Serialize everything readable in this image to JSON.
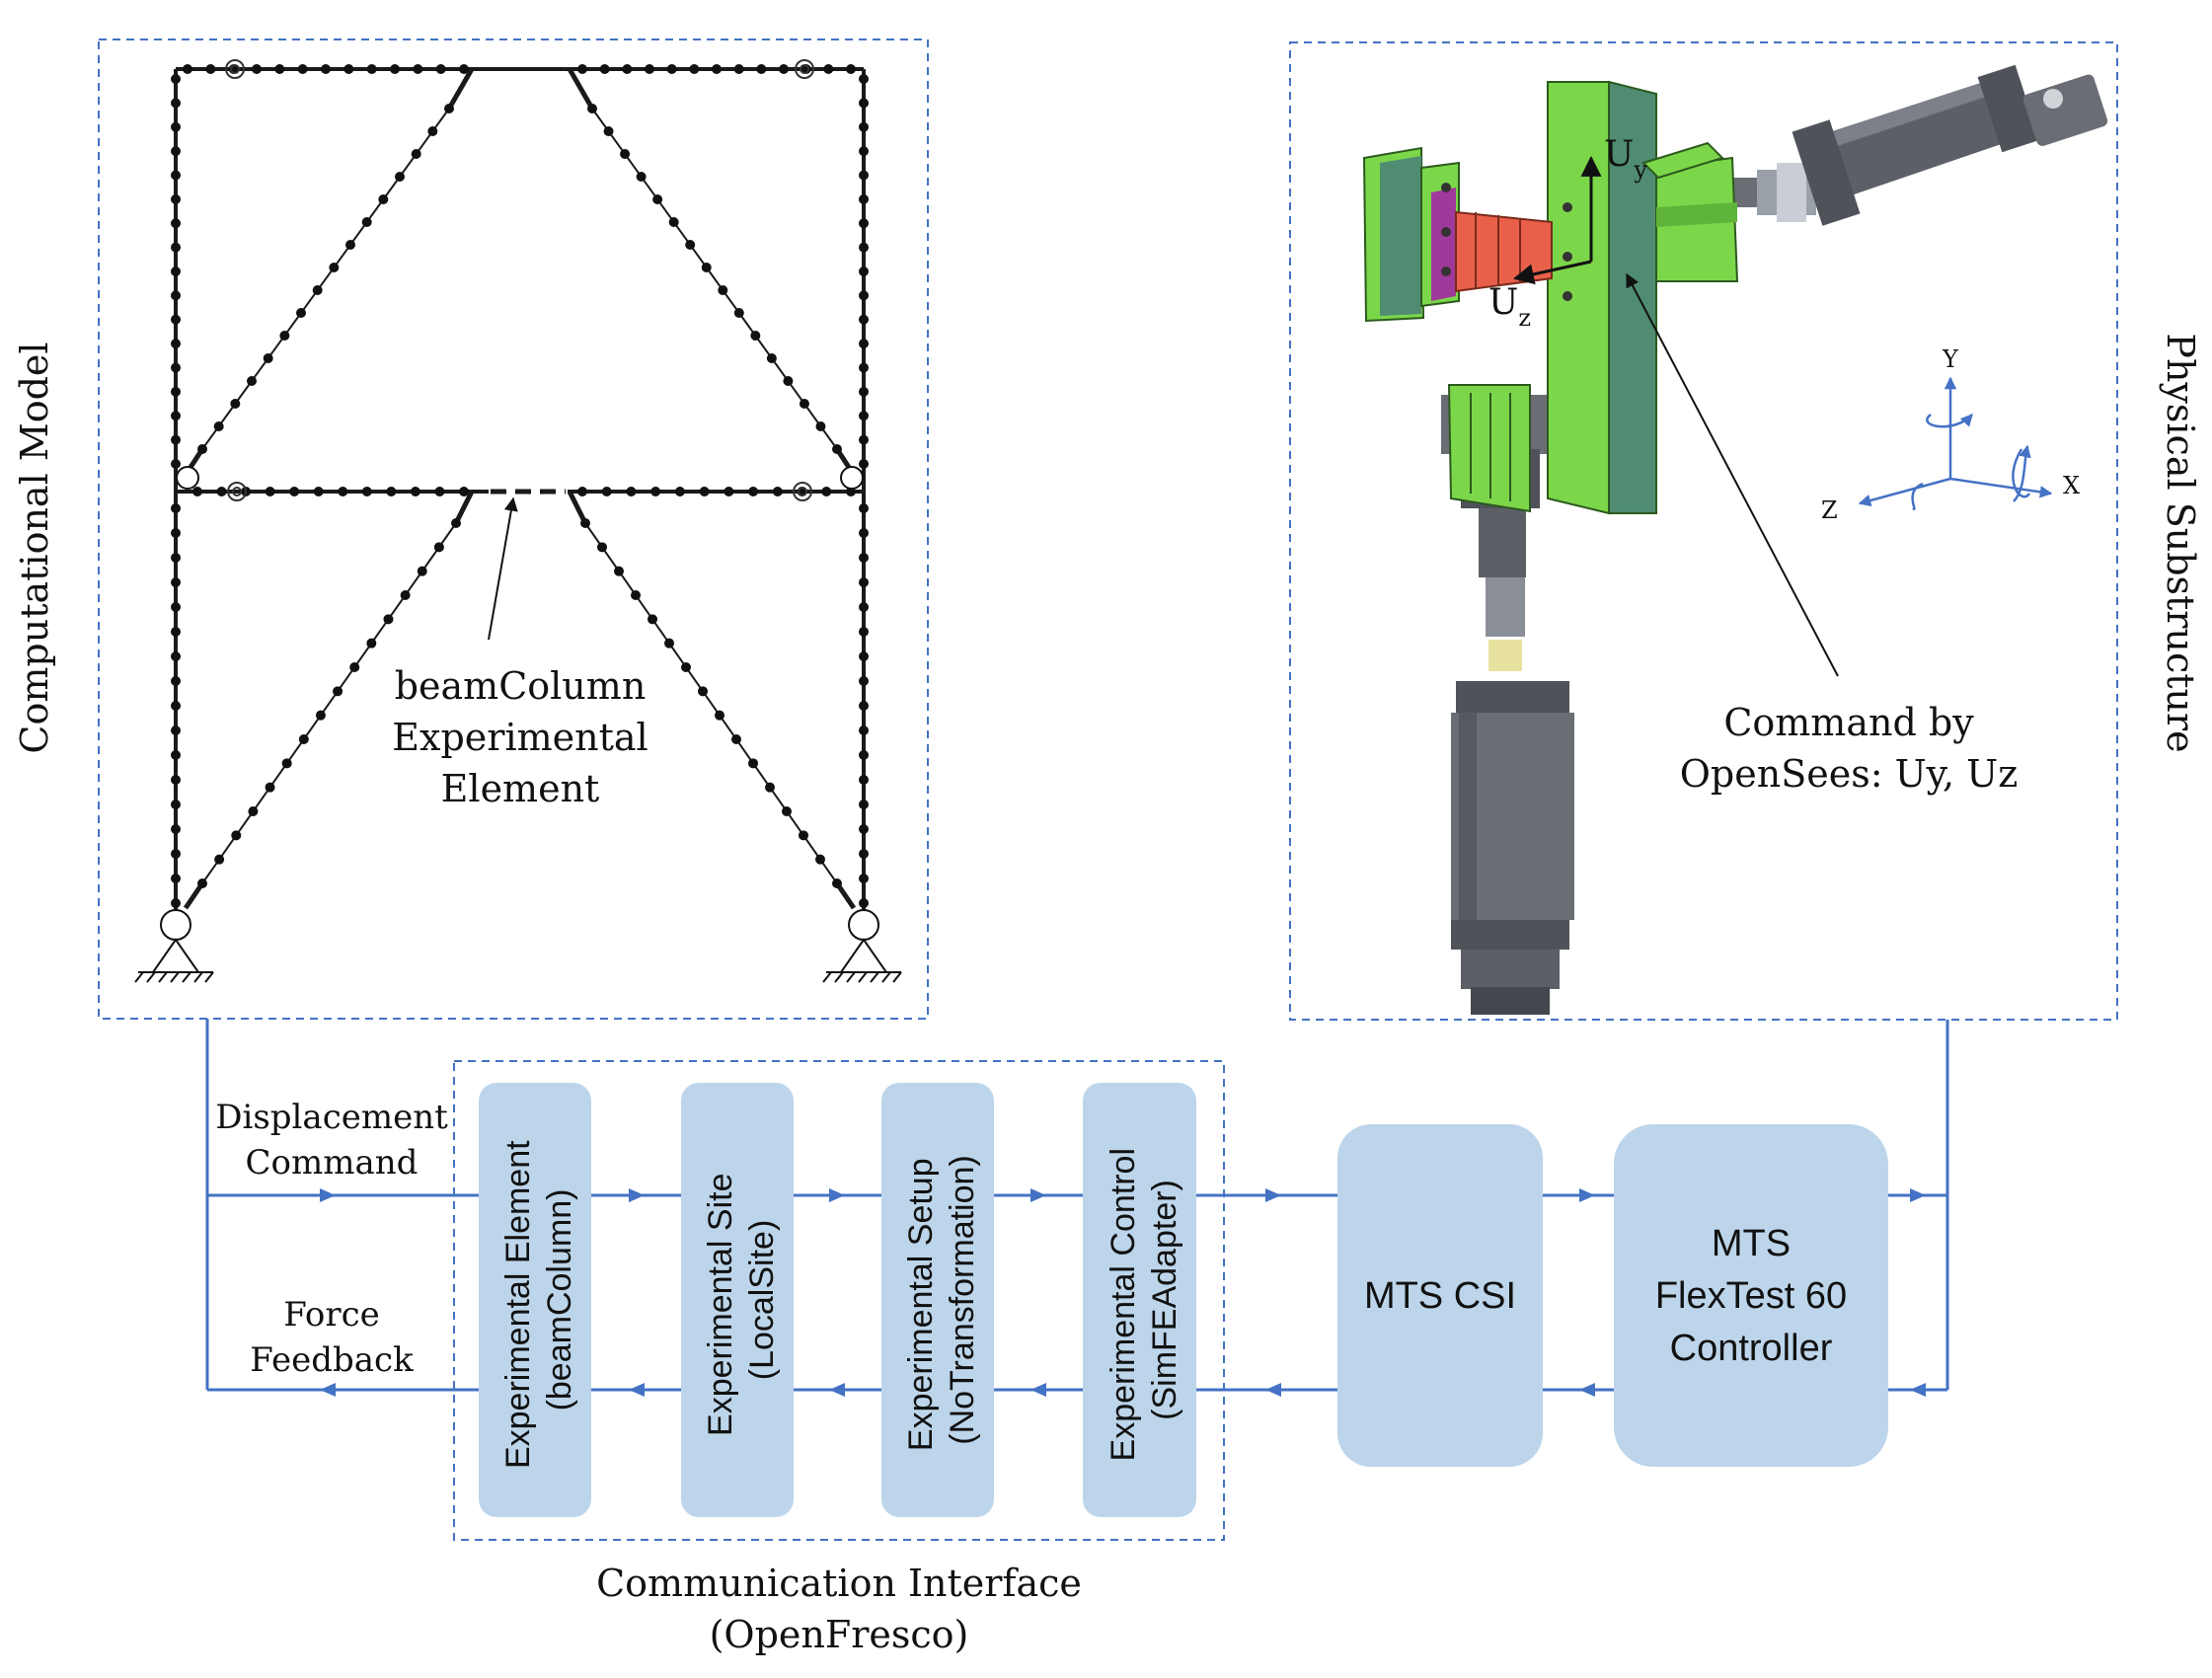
{
  "labels": {
    "computational_model": "Computational Model",
    "physical_substructure": "Physical Substructure",
    "element_line1": "beamColumn",
    "element_line2": "Experimental",
    "element_line3": "Element",
    "command_line1": "Command by",
    "command_line2": "OpenSees: Uy, Uz",
    "uy_main": "U",
    "uy_sub": "y",
    "uz_main": "U",
    "uz_sub": "z",
    "axis_x": "X",
    "axis_y": "Y",
    "axis_z": "Z",
    "disp_line1": "Displacement",
    "disp_line2": "Command",
    "force_line1": "Force",
    "force_line2": "Feedback",
    "comm_line1": "Communication Interface",
    "comm_line2": "(OpenFresco)"
  },
  "blocks": [
    {
      "line1": "Experimental Element",
      "line2": "(beamColumn)"
    },
    {
      "line1": "Experimental Site",
      "line2": "(LocalSite)"
    },
    {
      "line1": "Experimental Setup",
      "line2": "(NoTransformation)"
    },
    {
      "line1": "Experimental Control",
      "line2": "(SimFEAdapter)"
    }
  ],
  "mts_csi": "MTS CSI",
  "mts_controller": {
    "line1": "MTS",
    "line2": "FlexTest 60",
    "line3": "Controller"
  },
  "colors": {
    "block_fill": "#bcd5ea",
    "flow_line": "#4472c4",
    "dashed_border": "#4472c4",
    "frame": "#1a1a1a",
    "steel_green": "#7cd64a",
    "plate_dark": "#4f8c72",
    "red_part": "#e8604a",
    "actuator_gray": "#5c5f66"
  },
  "icons": [
    "flow-arrow-icon",
    "pin-support-icon",
    "rotational-spring-icon",
    "coordinate-axes-icon"
  ]
}
